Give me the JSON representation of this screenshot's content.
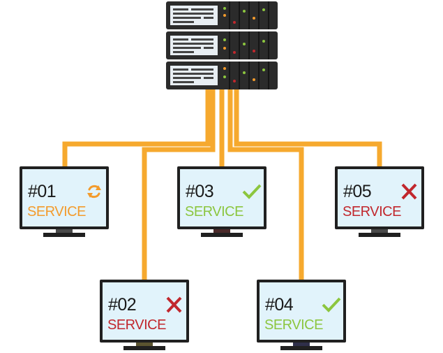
{
  "diagram": {
    "colors": {
      "cable": "#f6a92e",
      "server_dark": "#2b2b2b",
      "screen_bg": "#e1f3fb",
      "monitor_frame": "#202020",
      "status_orange": "#f39b2c",
      "status_green": "#8cc63f",
      "status_red": "#c1272d"
    },
    "server": {
      "units": 3
    },
    "clients": [
      {
        "id": "#01",
        "label": "SERVICE",
        "status": "syncing",
        "status_icon": "refresh-icon",
        "color": "#f39b2c",
        "neck_color": "#4a4a4a"
      },
      {
        "id": "#02",
        "label": "SERVICE",
        "status": "error",
        "status_icon": "cross-icon",
        "color": "#c1272d",
        "neck_color": "#5b5430"
      },
      {
        "id": "#03",
        "label": "SERVICE",
        "status": "ok",
        "status_icon": "check-icon",
        "color": "#8cc63f",
        "neck_color": "#4a2a2a"
      },
      {
        "id": "#04",
        "label": "SERVICE",
        "status": "ok",
        "status_icon": "check-icon",
        "color": "#8cc63f",
        "neck_color": "#2f2f4a"
      },
      {
        "id": "#05",
        "label": "SERVICE",
        "status": "error",
        "status_icon": "cross-icon",
        "color": "#c1272d",
        "neck_color": "#4a4a4a"
      }
    ]
  }
}
